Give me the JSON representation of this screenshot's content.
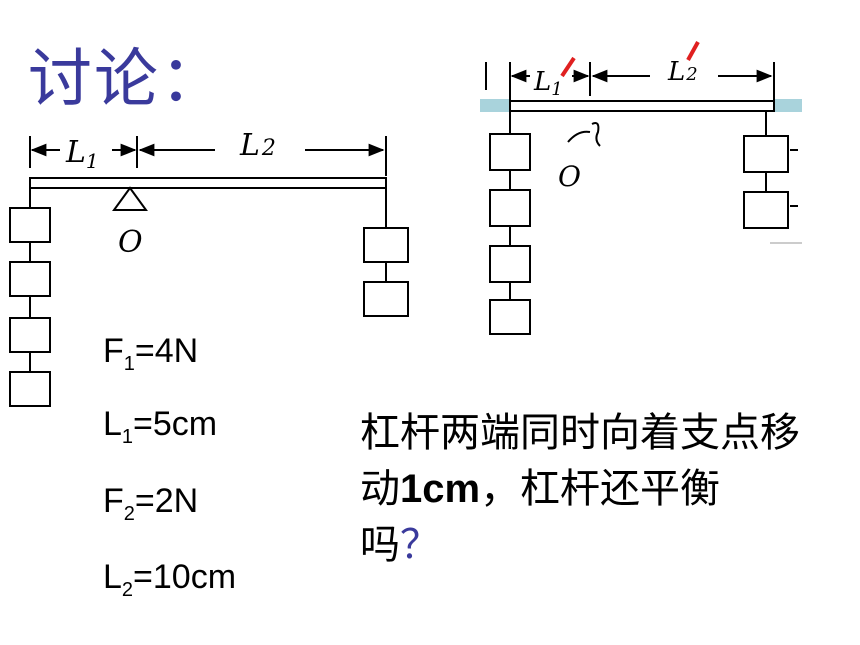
{
  "title": "讨论：",
  "left_diagram": {
    "l1_label": "L",
    "l1_sub": "1",
    "l2_label": "L",
    "l2_sub": "2",
    "pivot_label": "O",
    "left_weights": 4,
    "right_weights": 2
  },
  "right_diagram": {
    "l1_label": "L",
    "l1_sub": "1",
    "l2_label": "L",
    "l2_sub": "2",
    "pivot_label": "O",
    "left_weights": 4,
    "right_weights": 2
  },
  "formulas": [
    {
      "sym": "F",
      "sub": "1",
      "rest": "=4N"
    },
    {
      "sym": "L",
      "sub": "1",
      "rest": "=5cm"
    },
    {
      "sym": "F",
      "sub": "2",
      "rest": "=2N"
    },
    {
      "sym": "L",
      "sub": "2",
      "rest": "=10cm"
    }
  ],
  "question": {
    "part1": "杠杆两端同时向着支点移动",
    "highlight": "1cm",
    "part2": "，杠杆还平衡吗",
    "qmark": "？"
  },
  "colors": {
    "title": "#3a3a9c",
    "accent_red": "#e02020",
    "beam_end_blue": "#a9d3dc"
  }
}
